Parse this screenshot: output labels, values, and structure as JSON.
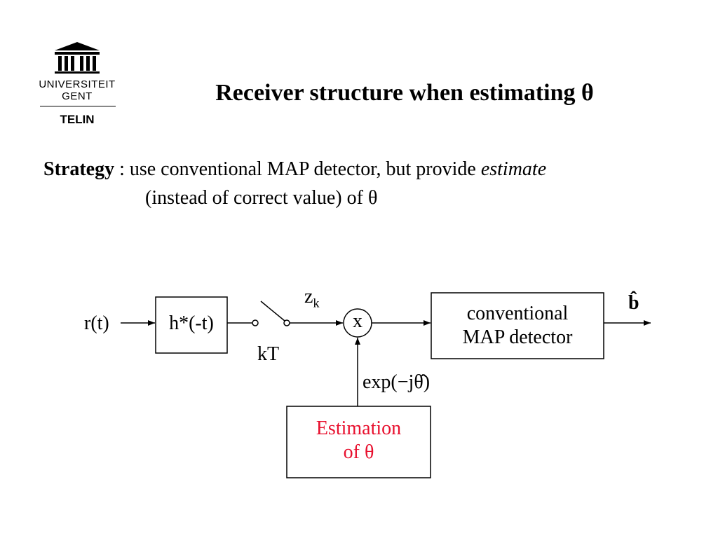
{
  "logo": {
    "university": "UNIVERSITEIT",
    "city": "GENT",
    "department": "TELIN"
  },
  "title": "Receiver structure when estimating θ",
  "strategy": {
    "label": "Strategy",
    "line1_before": " : use conventional MAP detector, but provide ",
    "line1_emph": "estimate",
    "line2": "(instead of correct value) of θ"
  },
  "diagram": {
    "input": "r(t)",
    "filter": "h*(-t)",
    "sampler": "kT",
    "sample_base": "z",
    "sample_sub": "k",
    "multiplier": "x",
    "detector_line1": "conventional",
    "detector_line2": "MAP detector",
    "output": "b̂",
    "phasor": "exp(−jθ̂)",
    "estimator_line1": "Estimation",
    "estimator_line2": "of θ",
    "estimator_color": "#e8102e"
  }
}
